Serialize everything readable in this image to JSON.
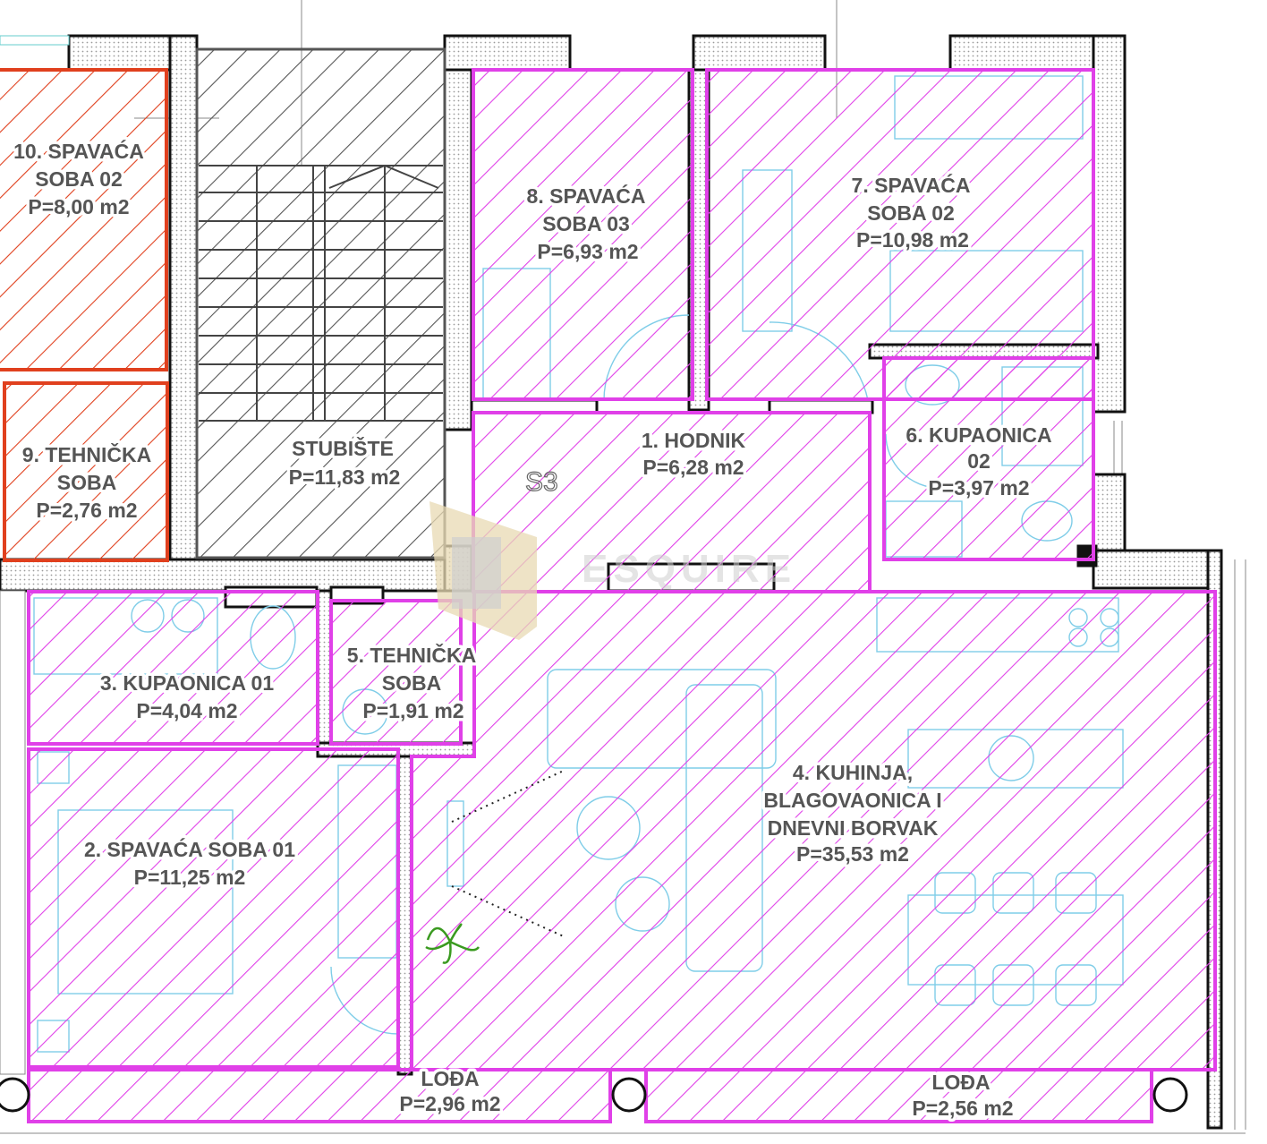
{
  "colors": {
    "magenta": "#e040e8",
    "red": "#e0401e",
    "stair": "#555555",
    "wall": "#111111",
    "furniture": "#7fcde8",
    "label": "#555555"
  },
  "watermark": {
    "text": "ESQUIRE"
  },
  "marker": {
    "text": "S3"
  },
  "rooms": {
    "bed10": {
      "line1": "10. SPAVAĆA",
      "line2": "SOBA 02",
      "area": "P=8,00 m2"
    },
    "tech9": {
      "line1": "9. TEHNIČKA",
      "line2": "SOBA",
      "area": "P=2,76 m2"
    },
    "stairs": {
      "line1": "STUBIŠTE",
      "area": "P=11,83 m2"
    },
    "bed8": {
      "line1": "8. SPAVAĆA",
      "line2": "SOBA 03",
      "area": "P=6,93 m2"
    },
    "bed7": {
      "line1": "7. SPAVAĆA",
      "line2": "SOBA 02",
      "area": "P=10,98 m2"
    },
    "hall1": {
      "line1": "1. HODNIK",
      "area": "P=6,28 m2"
    },
    "bath6": {
      "line1": "6. KUPAONICA",
      "line2": "02",
      "area": "P=3,97 m2"
    },
    "bath3": {
      "line1": "3. KUPAONICA 01",
      "area": "P=4,04 m2"
    },
    "tech5": {
      "line1": "5. TEHNIČKA",
      "line2": "SOBA",
      "area": "P=1,91 m2"
    },
    "bed2": {
      "line1": "2. SPAVAĆA SOBA 01",
      "area": "P=11,25 m2"
    },
    "kitchen4": {
      "line1": "4. KUHINJA,",
      "line2": "BLAGOVAONICA I",
      "line3": "DNEVNI BORVAK",
      "area": "P=35,53 m2"
    },
    "loggia1": {
      "line1": "LOĐA",
      "area": "P=2,96 m2"
    },
    "loggia2": {
      "line1": "LOĐA",
      "area": "P=2,56 m2"
    }
  }
}
